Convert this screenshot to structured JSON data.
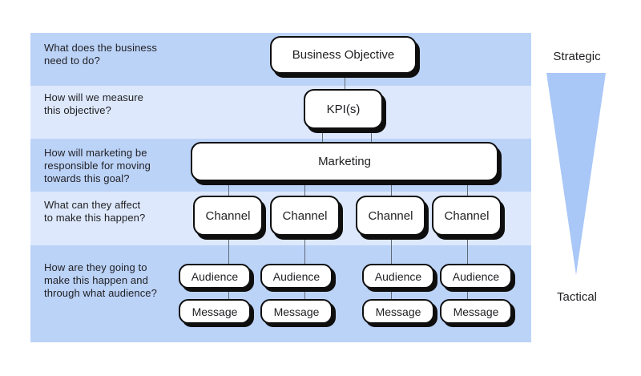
{
  "colors": {
    "band_dark": "#bcd3f8",
    "band_light": "#dde8fc",
    "funnel": "#a9c7f7",
    "node_fill": "#ffffff",
    "node_border": "#0e0e0e",
    "connector": "#5f6a78",
    "text": "#1f1f23"
  },
  "questions": {
    "q1": "What does the business\nneed to do?",
    "q2": "How will we measure\nthis objective?",
    "q3": "How will marketing be\nresponsible for moving\ntowards this goal?",
    "q4": "What can they affect\nto make this happen?",
    "q5": "How are they going to\nmake this happen and\nthrough what audience?"
  },
  "nodes": {
    "business_objective": "Business Objective",
    "kpi": "KPI(s)",
    "marketing": "Marketing",
    "channels": [
      "Channel",
      "Channel",
      "Channel",
      "Channel"
    ],
    "audiences": [
      "Audience",
      "Audience",
      "Audience",
      "Audience"
    ],
    "messages": [
      "Message",
      "Message",
      "Message",
      "Message"
    ]
  },
  "funnel": {
    "top_label": "Strategic",
    "bottom_label": "Tactical"
  }
}
